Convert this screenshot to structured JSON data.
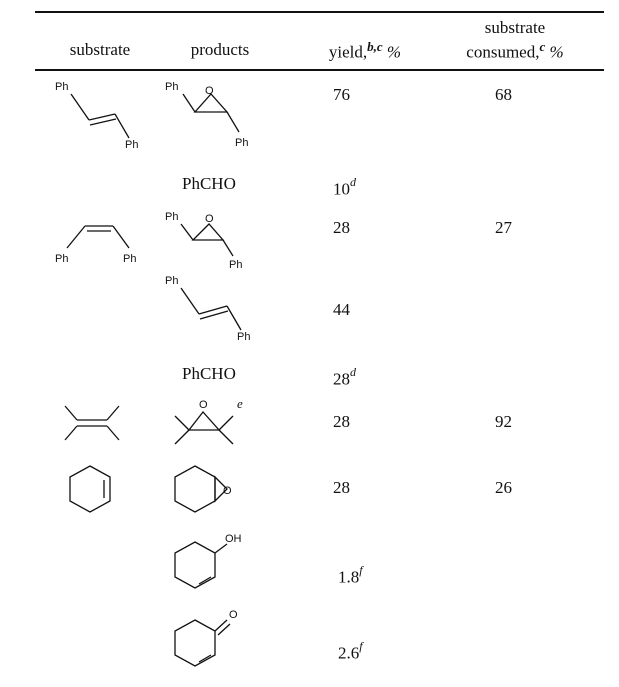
{
  "header": {
    "substrate": "substrate",
    "products": "products",
    "yield_label": "yield,",
    "yield_sup": "b,c",
    "yield_unit": "%",
    "consumed_line1": "substrate",
    "consumed_line2": "consumed,",
    "consumed_sup": "c",
    "consumed_unit": "%"
  },
  "labels": {
    "ph": "Ph",
    "o": "O",
    "oh": "OH",
    "e_note": "e"
  },
  "rows": [
    {
      "product_text": "",
      "yield": "76",
      "yield_note": "",
      "consumed": "68"
    },
    {
      "product_text": "PhCHO",
      "yield": "10",
      "yield_note": "d",
      "consumed": ""
    },
    {
      "product_text": "",
      "yield": "28",
      "yield_note": "",
      "consumed": "27"
    },
    {
      "product_text": "",
      "yield": "44",
      "yield_note": "",
      "consumed": ""
    },
    {
      "product_text": "PhCHO",
      "yield": "28",
      "yield_note": "d",
      "consumed": ""
    },
    {
      "product_text": "",
      "yield": "28",
      "yield_note": "",
      "consumed": "92"
    },
    {
      "product_text": "",
      "yield": "28",
      "yield_note": "",
      "consumed": "26"
    },
    {
      "product_text": "",
      "yield": "1.8",
      "yield_note": "f",
      "consumed": ""
    },
    {
      "product_text": "",
      "yield": "2.6",
      "yield_note": "f",
      "consumed": ""
    }
  ]
}
